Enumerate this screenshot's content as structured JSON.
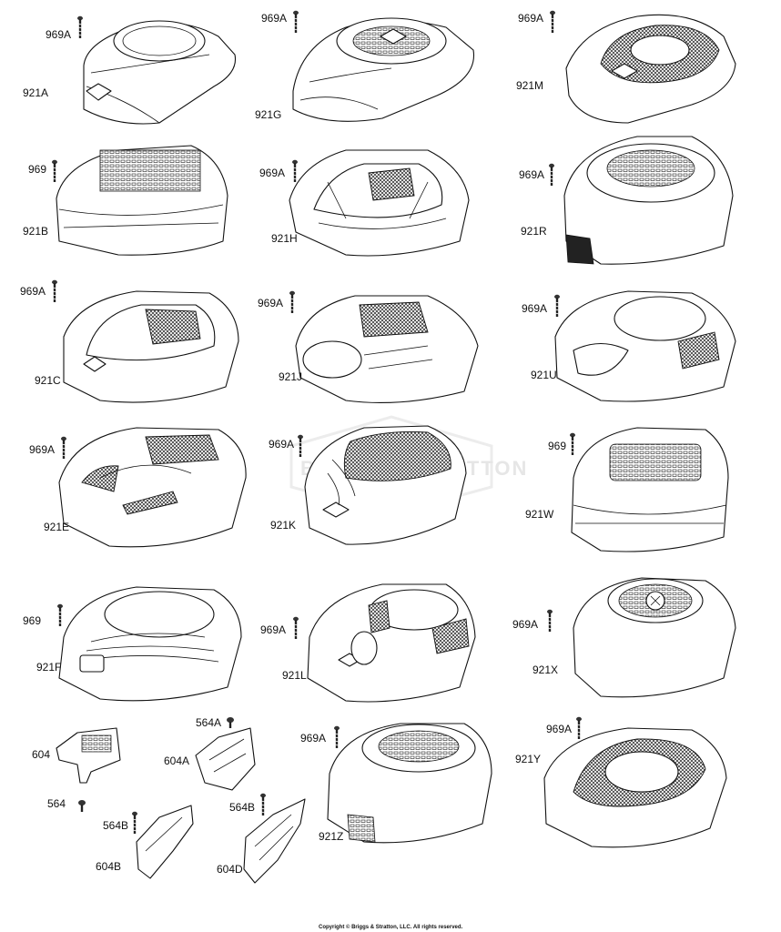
{
  "callouts": [
    {
      "id": "921A",
      "label": "921A"
    },
    {
      "id": "969A_a",
      "label": "969A"
    },
    {
      "id": "921G",
      "label": "921G"
    },
    {
      "id": "969A_g",
      "label": "969A"
    },
    {
      "id": "921M",
      "label": "921M"
    },
    {
      "id": "969A_m",
      "label": "969A"
    },
    {
      "id": "921B",
      "label": "921B"
    },
    {
      "id": "969_b",
      "label": "969"
    },
    {
      "id": "921H",
      "label": "921H"
    },
    {
      "id": "969A_h",
      "label": "969A"
    },
    {
      "id": "921R",
      "label": "921R"
    },
    {
      "id": "969A_r",
      "label": "969A"
    },
    {
      "id": "921C",
      "label": "921C"
    },
    {
      "id": "969A_c",
      "label": "969A"
    },
    {
      "id": "921J",
      "label": "921J"
    },
    {
      "id": "969A_j",
      "label": "969A"
    },
    {
      "id": "921U",
      "label": "921U"
    },
    {
      "id": "969A_u",
      "label": "969A"
    },
    {
      "id": "921E",
      "label": "921E"
    },
    {
      "id": "969A_e",
      "label": "969A"
    },
    {
      "id": "921K",
      "label": "921K"
    },
    {
      "id": "969A_k",
      "label": "969A"
    },
    {
      "id": "921W",
      "label": "921W"
    },
    {
      "id": "969_w",
      "label": "969"
    },
    {
      "id": "921F",
      "label": "921F"
    },
    {
      "id": "969_f",
      "label": "969"
    },
    {
      "id": "921L",
      "label": "921L"
    },
    {
      "id": "969A_l",
      "label": "969A"
    },
    {
      "id": "921X",
      "label": "921X"
    },
    {
      "id": "969A_x",
      "label": "969A"
    },
    {
      "id": "604",
      "label": "604"
    },
    {
      "id": "564",
      "label": "564"
    },
    {
      "id": "564A",
      "label": "564A"
    },
    {
      "id": "604A",
      "label": "604A"
    },
    {
      "id": "564B_a",
      "label": "564B"
    },
    {
      "id": "604B",
      "label": "604B"
    },
    {
      "id": "564B_b",
      "label": "564B"
    },
    {
      "id": "604D",
      "label": "604D"
    },
    {
      "id": "969A_z",
      "label": "969A"
    },
    {
      "id": "921Z",
      "label": "921Z"
    },
    {
      "id": "969A_y",
      "label": "969A"
    },
    {
      "id": "921Y",
      "label": "921Y"
    }
  ],
  "copyright": "Copyright © Briggs & Stratton, LLC. All rights reserved.",
  "watermark": "BRIGGS&STRATTON"
}
